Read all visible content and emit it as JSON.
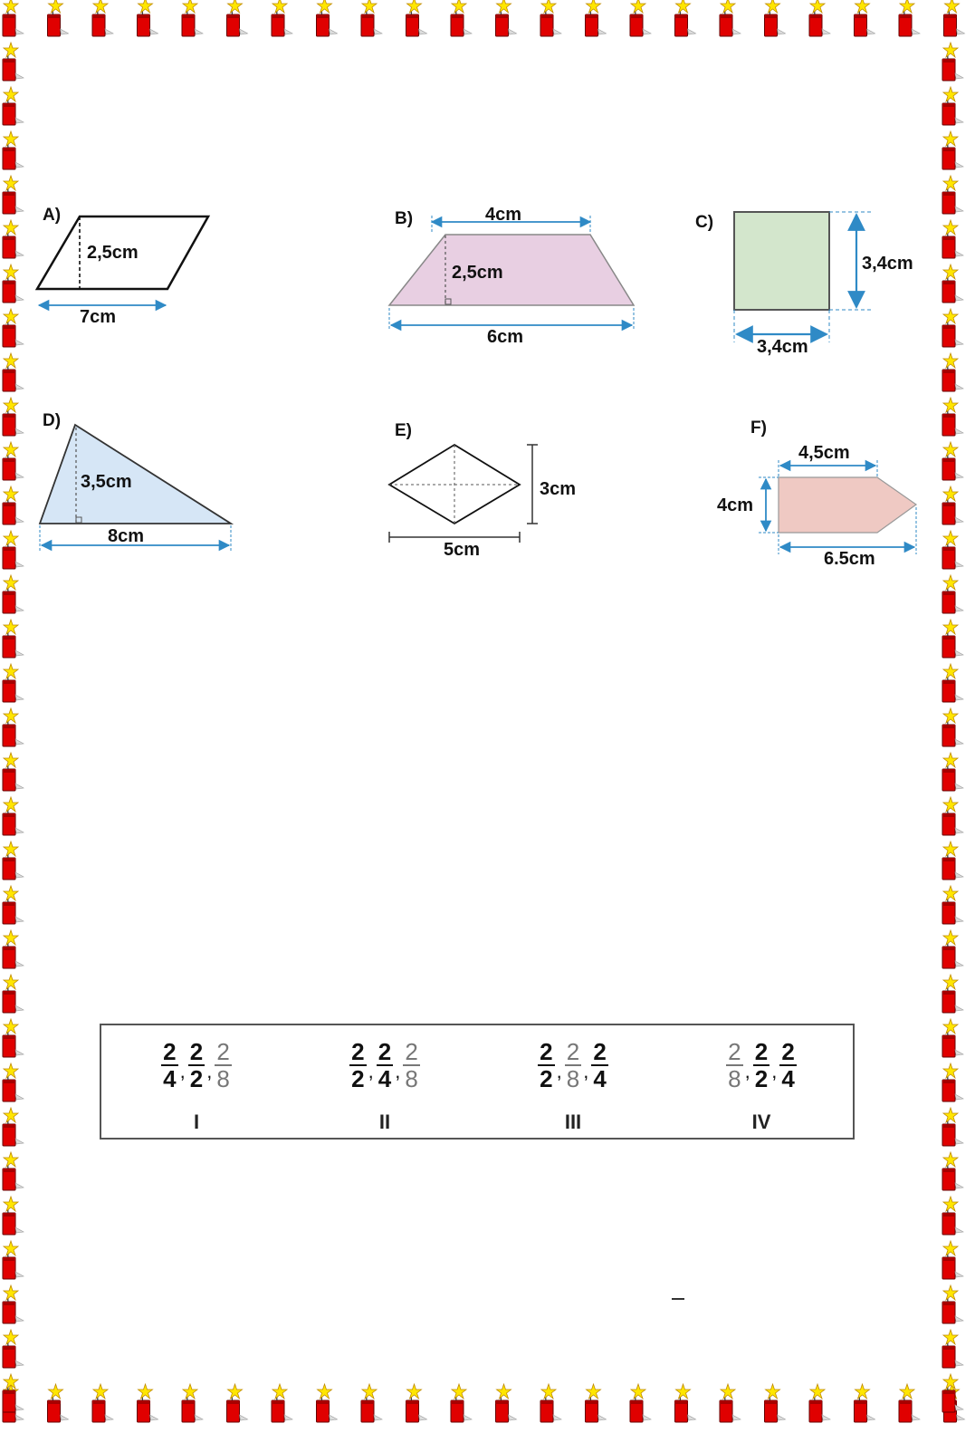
{
  "shapes": {
    "a": {
      "label": "A)",
      "height": "2,5cm",
      "base": "7cm"
    },
    "b": {
      "label": "B)",
      "top": "4cm",
      "height": "2,5cm",
      "base": "6cm"
    },
    "c": {
      "label": "C)",
      "side": "3,4cm",
      "base": "3,4cm"
    },
    "d": {
      "label": "D)",
      "height": "3,5cm",
      "base": "8cm"
    },
    "e": {
      "label": "E)",
      "vertical": "3cm",
      "horizontal": "5cm"
    },
    "f": {
      "label": "F)",
      "top": "4,5cm",
      "left": "4cm",
      "base": "6.5cm"
    }
  },
  "colors": {
    "border_candle": "#e00000",
    "border_star": "#ffe600",
    "trapezoid_fill": "#e8cfe2",
    "square_fill": "#d3e6cc",
    "triangle_fill": "#d6e6f6",
    "pentagon_fill": "#efc9c3",
    "arrow": "#2f8ac6"
  },
  "options": [
    {
      "numeral": "I",
      "fracs": [
        {
          "n": "2",
          "d": "4",
          "style": "bold"
        },
        {
          "n": "2",
          "d": "2",
          "style": "bold"
        },
        {
          "n": "2",
          "d": "8",
          "style": "light"
        }
      ]
    },
    {
      "numeral": "II",
      "fracs": [
        {
          "n": "2",
          "d": "2",
          "style": "bold"
        },
        {
          "n": "2",
          "d": "4",
          "style": "bold"
        },
        {
          "n": "2",
          "d": "8",
          "style": "light"
        }
      ]
    },
    {
      "numeral": "III",
      "fracs": [
        {
          "n": "2",
          "d": "2",
          "style": "bold"
        },
        {
          "n": "2",
          "d": "8",
          "style": "light"
        },
        {
          "n": "2",
          "d": "4",
          "style": "bold"
        }
      ]
    },
    {
      "numeral": "IV",
      "fracs": [
        {
          "n": "2",
          "d": "8",
          "style": "light"
        },
        {
          "n": "2",
          "d": "2",
          "style": "bold"
        },
        {
          "n": "2",
          "d": "4",
          "style": "bold"
        }
      ]
    }
  ]
}
